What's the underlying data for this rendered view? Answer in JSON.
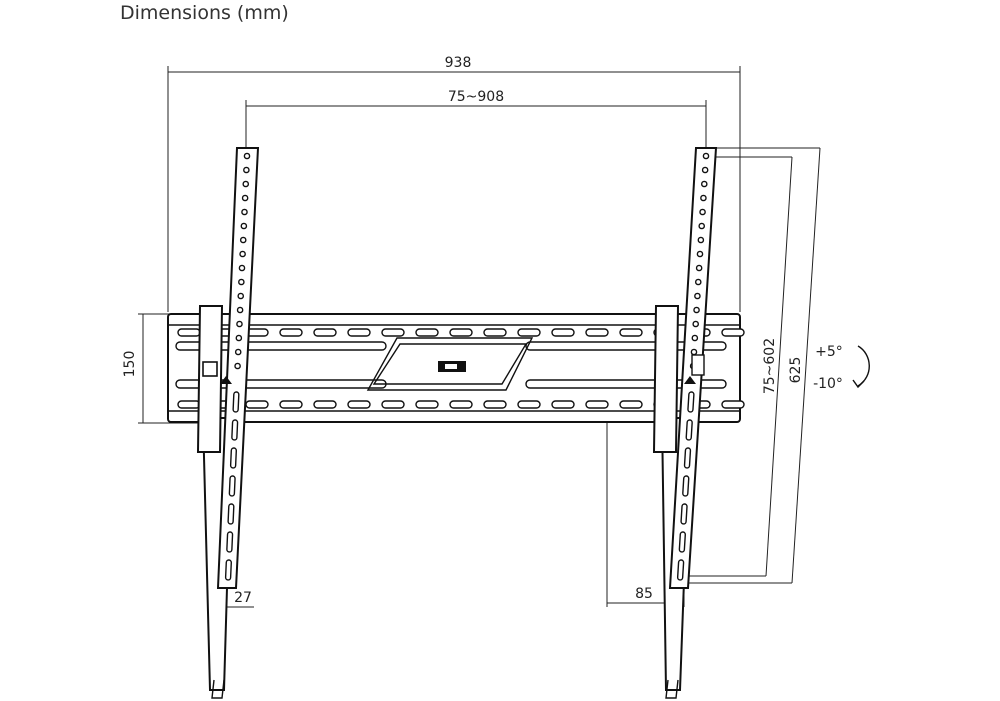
{
  "title": "Dimensions (mm)",
  "dimensions": {
    "overall_width": "938",
    "vesa_width": "75~908",
    "plate_height": "150",
    "vesa_height": "75~602",
    "overall_height": "625",
    "arm_depth": "27",
    "wall_gap": "85"
  },
  "tilt": {
    "up": "+5°",
    "down": "-10°"
  }
}
